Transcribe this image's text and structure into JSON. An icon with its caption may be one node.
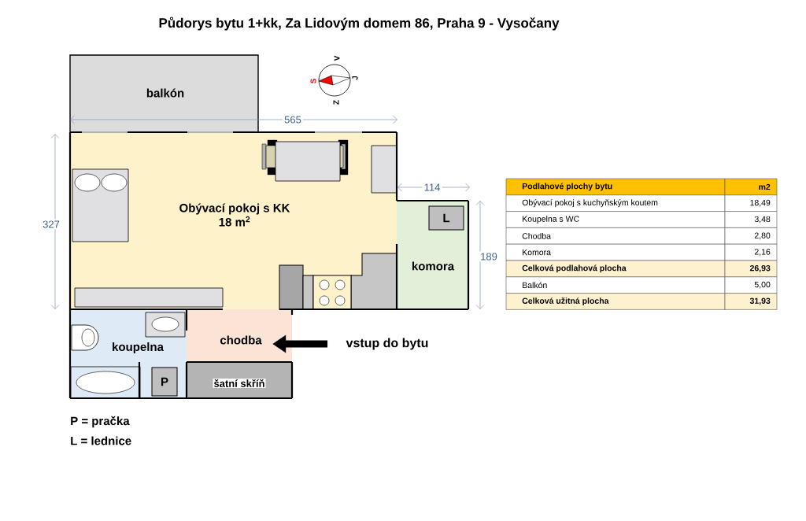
{
  "diagram": {
    "title": "Půdorys bytu 1+kk, Za Lidovým domem 86, Praha 9 - Vysočany",
    "nodes": [
      {
        "text": [
          "balkón"
        ]
      },
      {
        "text": [
          "Obývací pokoj s KK",
          "18 m$^{2}$"
        ]
      },
      {
        "text": [
          "komora"
        ]
      },
      {
        "text": [
          "L"
        ],
        "in": 2
      },
      {
        "text": [
          "koupelna"
        ]
      },
      {
        "text": [
          "P"
        ],
        "in": 4
      },
      {
        "text": [
          "chodba"
        ]
      },
      {
        "text": [
          "šatní skříň"
        ]
      },
      {
        "text": [
          "vstup do bytu"
        ]
      }
    ],
    "edges": [
      {
        "from": 8,
        "to": 6,
        "arrow": "to"
      }
    ],
    "labels": [
      "V",
      "S",
      "J",
      "Z",
      "565",
      "327",
      "114",
      "189",
      "Podlahové plochy bytu",
      "m2",
      "Obývací pokoj s kuchyňským koutem",
      "18,49",
      "Koupelna s WC",
      "3,48",
      "Chodba",
      "2,80",
      "Komora",
      "2,16",
      "Celková podlahová plocha",
      "26,93",
      "Balkón",
      "5,00",
      "Celková užitná plocha",
      "31,93",
      "P = pračka",
      "L = lednice"
    ]
  }
}
